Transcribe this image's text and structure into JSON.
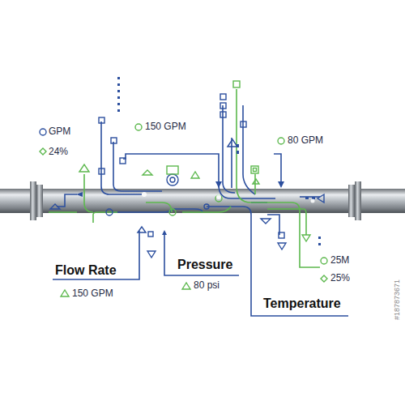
{
  "diagram": {
    "labels": [
      "GPM",
      "24%",
      "150 GPM",
      "80 GPM",
      "25M",
      "25%",
      "Flow Rate",
      "150 GPM",
      "Pressure",
      "80 psi",
      "Temperature",
      "#187873671"
    ]
  }
}
